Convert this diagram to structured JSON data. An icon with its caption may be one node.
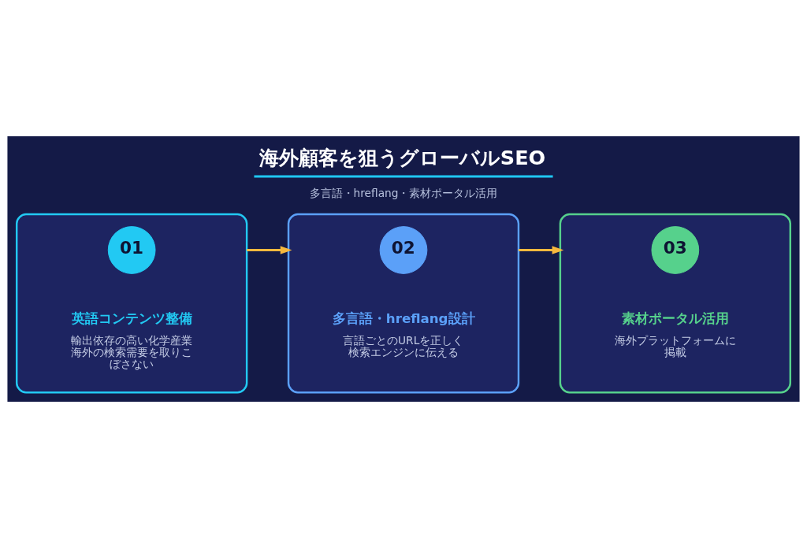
{
  "diagram": {
    "title": "海外顧客を狙うグローバルSEO",
    "nodes": [
      {
        "text": [
          "英語コンテンツ整備",
          "輸出依存の高い化学産業海外の検索需要を取りこぼさない"
        ]
      },
      {
        "text": [
          "01"
        ],
        "in": 0
      },
      {
        "text": [
          "多言語・hreflang設計",
          "言語ごとのURLを正しく検索エンジンに伝える"
        ]
      },
      {
        "text": [
          "02"
        ],
        "in": 2
      },
      {
        "text": [
          "素材ポータル活用",
          "海外プラットフォームに掲載"
        ]
      },
      {
        "text": [
          "03"
        ],
        "in": 4
      }
    ],
    "edges": [
      {
        "from": 0,
        "to": 2,
        "arrow": "to"
      },
      {
        "from": 2,
        "to": 4,
        "arrow": "to"
      }
    ],
    "labels": [
      "多言語・hreflang・素材ポータル活用"
    ]
  }
}
